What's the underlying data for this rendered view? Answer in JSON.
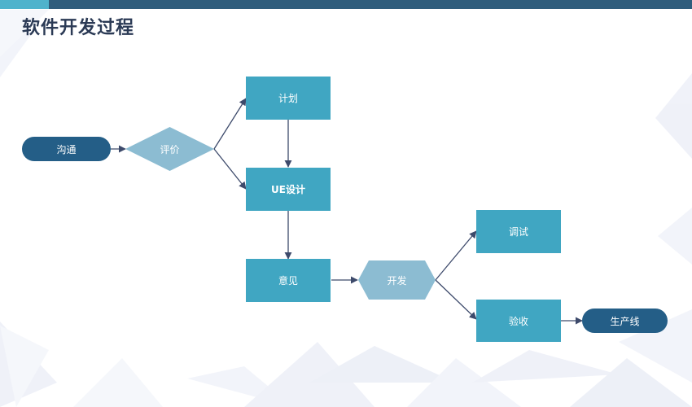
{
  "title": "软件开发过程",
  "colors": {
    "terminal": "#245e87",
    "decision": "#8cbcd2",
    "process": "#40a6c2",
    "arrow": "#3d4a6b",
    "topbar_dark": "#2f5d7c",
    "topbar_light": "#4fb3cc"
  },
  "nodes": {
    "goutong": "沟通",
    "pingjia": "评价",
    "jihua": "计划",
    "ue_sheji": "UE设计",
    "yijian": "意见",
    "kaifa": "开发",
    "tiaoshi": "调试",
    "yanshou": "验收",
    "shengchanxian": "生产线"
  }
}
